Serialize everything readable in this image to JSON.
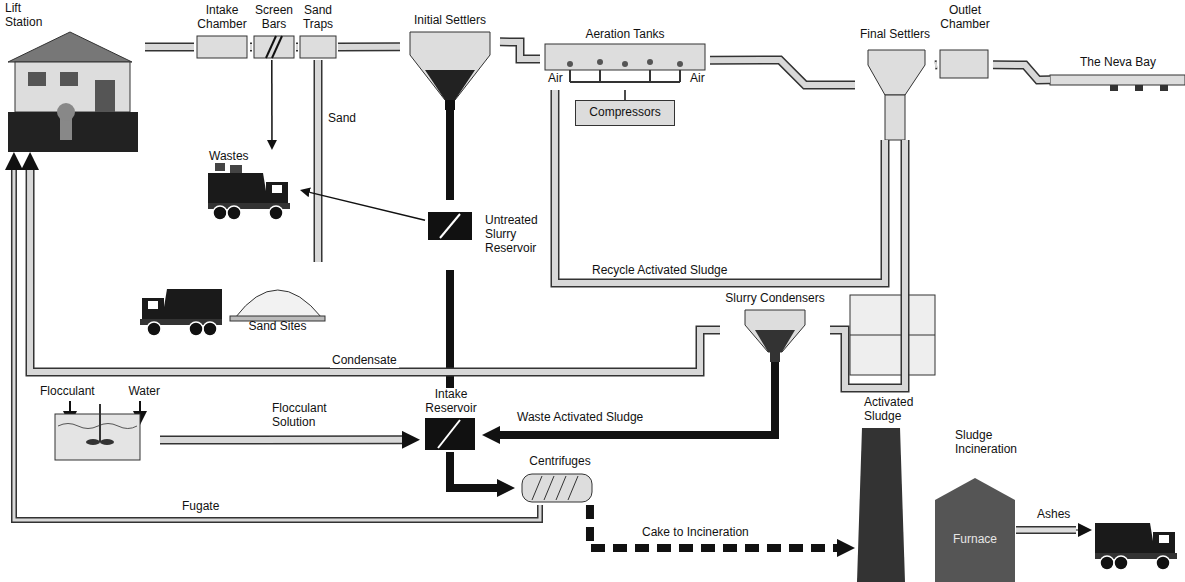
{
  "diagram": {
    "nodes": [
      {
        "text": [
          "Lift Station"
        ]
      },
      {
        "text": [
          "Intake Chamber"
        ]
      },
      {
        "text": [
          "Screen Bars"
        ]
      },
      {
        "text": [
          "Sand Traps"
        ]
      },
      {
        "text": [
          "Initial Settlers"
        ]
      },
      {
        "text": [
          "Aeration Tanks"
        ]
      },
      {
        "text": [
          "Compressors"
        ]
      },
      {
        "text": [
          "Final Settlers"
        ]
      },
      {
        "text": [
          "Outlet Chamber"
        ]
      },
      {
        "text": [
          "The Neva Bay"
        ]
      },
      {
        "text": [
          "Untreated Slurry Reservoir"
        ]
      },
      {
        "text": [
          "Slurry Condensers"
        ]
      },
      {
        "text": [
          "Intake Reservoir"
        ]
      },
      {
        "text": [
          "Centrifuges"
        ]
      },
      {
        "text": [
          "Sludge Incineration"
        ]
      },
      {
        "text": [
          "Furnace"
        ],
        "in": 14
      },
      {
        "text": [
          "Wastes"
        ]
      },
      {
        "text": [
          "Sand Sites"
        ]
      },
      {
        "text": [
          "Flocculant",
          "Water"
        ]
      }
    ],
    "edges": [
      {
        "from": 0,
        "to": 1,
        "arrow": "none"
      },
      {
        "from": 1,
        "to": 2,
        "arrow": "none"
      },
      {
        "from": 2,
        "to": 3,
        "arrow": "none"
      },
      {
        "from": 3,
        "to": 4,
        "arrow": "none"
      },
      {
        "from": 4,
        "to": 5,
        "arrow": "none"
      },
      {
        "from": 5,
        "to": 7,
        "arrow": "none"
      },
      {
        "from": 7,
        "to": 8,
        "arrow": "none"
      },
      {
        "from": 8,
        "to": 9,
        "arrow": "none"
      },
      {
        "from": 2,
        "to": 16,
        "arrow": "to"
      },
      {
        "from": 3,
        "to": 17,
        "arrow": "none",
        "label": "Sand"
      },
      {
        "from": 4,
        "to": 10,
        "arrow": "none"
      },
      {
        "from": 10,
        "to": 16,
        "arrow": "to"
      },
      {
        "from": 10,
        "to": 12,
        "arrow": "none"
      },
      {
        "from": 6,
        "to": 5,
        "arrow": "none"
      },
      {
        "from": 7,
        "to": 5,
        "arrow": "none",
        "label": "Recycle Activated Sludge"
      },
      {
        "from": 7,
        "to": 11,
        "arrow": "none",
        "label": "Activated Sludge"
      },
      {
        "from": 11,
        "to": 12,
        "arrow": "to",
        "label": "Waste Activated Sludge"
      },
      {
        "from": 11,
        "to": 0,
        "arrow": "to",
        "label": "Condensate"
      },
      {
        "from": 18,
        "to": 12,
        "arrow": "to",
        "label": "Flocculant Solution"
      },
      {
        "from": 12,
        "to": 13,
        "arrow": "to"
      },
      {
        "from": 13,
        "to": 0,
        "arrow": "to",
        "label": "Fugate"
      },
      {
        "from": 13,
        "to": 14,
        "arrow": "to",
        "label": "Cake to Incineration"
      }
    ],
    "labels": [
      "Air",
      "Air",
      "Ashes"
    ]
  }
}
